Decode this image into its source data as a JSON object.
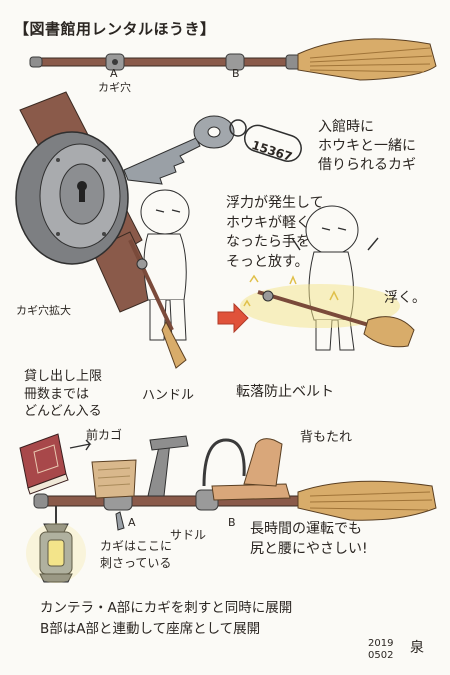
{
  "title": "【図書館用レンタルほうき】",
  "broom_top": {
    "label_a": "A",
    "label_b": "B",
    "keyhole_caption": "カギ穴"
  },
  "key": {
    "tag_number": "15367",
    "note": "入館時に\nホウキと一緒に\n借りられるカギ"
  },
  "zoom_caption": "カギ穴拡大",
  "float": {
    "note": "浮力が発生して\nホウキが軽く\nなったら手を\nそっと放す。",
    "floats_label": "浮く。"
  },
  "expanded": {
    "borrow_limit": "貸し出し上限\n冊数までは\nどんどん入る",
    "handle": "ハンドル",
    "fall_belt": "転落防止ベルト",
    "front_basket": "前カゴ",
    "backrest": "背もたれ",
    "label_a": "A",
    "label_b": "B",
    "saddle": "サドル",
    "long_ride": "長時間の運転でも\n尻と腰にやさしい!",
    "key_inserted": "カギはここに\n刺さっている"
  },
  "notes": "カンテラ・A部にカギを刺すと同時に展開\nB部はA部と連動して座席として展開",
  "date": "2019\n0502",
  "signature": "泉"
}
